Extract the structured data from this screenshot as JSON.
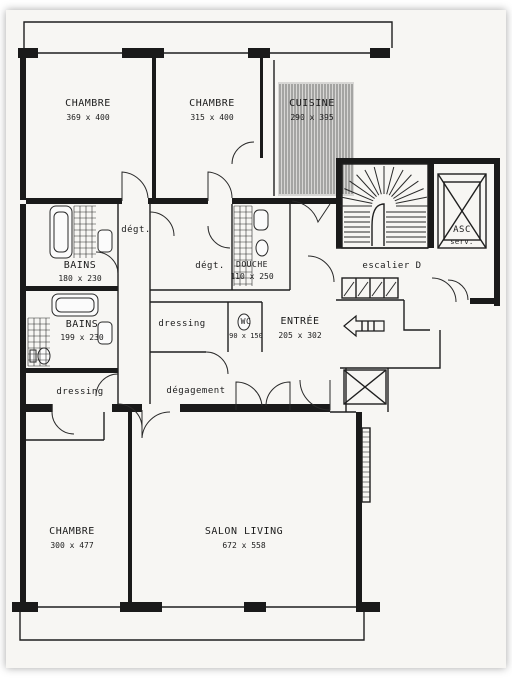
{
  "rooms": [
    {
      "id": "chambre-1",
      "name": "CHAMBRE",
      "dims": "369 x 400"
    },
    {
      "id": "chambre-2",
      "name": "CHAMBRE",
      "dims": "315 x 400"
    },
    {
      "id": "cuisine",
      "name": "CUISINE",
      "dims": "290 x 395"
    },
    {
      "id": "bains-1",
      "name": "BAINS",
      "dims": "180 x 230"
    },
    {
      "id": "bains-2",
      "name": "BAINS",
      "dims": "199 x 230"
    },
    {
      "id": "douche",
      "name": "DOUCHE",
      "dims": "110 x 250"
    },
    {
      "id": "wc",
      "name": "WC",
      "dims": "90 x 150"
    },
    {
      "id": "entree",
      "name": "ENTRÉE",
      "dims": "205 x 302"
    },
    {
      "id": "chambre-3",
      "name": "CHAMBRE",
      "dims": "300 x 477"
    },
    {
      "id": "salon",
      "name": "SALON LIVING",
      "dims": "672 x 558"
    }
  ],
  "labels": {
    "degt_1": "dégt.",
    "degt_2": "dégt.",
    "dressing_1": "dressing",
    "dressing_2": "dressing",
    "degagement": "dégagement",
    "escalier": "escalier D",
    "asc": "ASC",
    "serv": "serv."
  },
  "colors": {
    "ink": "#1a1a1a",
    "paper": "#f7f6f3"
  }
}
